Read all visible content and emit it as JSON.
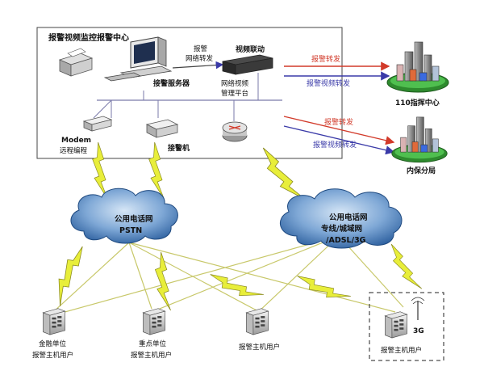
{
  "center": {
    "title": "报警视频监控报警中心",
    "server_label": "接警服务器",
    "forward_l1": "报警",
    "forward_l2": "网络转发",
    "linkage_label": "视频联动",
    "platform_l1": "网络视频",
    "platform_l2": "管理平台",
    "modem_l1": "Modem",
    "modem_l2": "远程编程",
    "receiver_label": "接警机"
  },
  "right": {
    "alarm_forward_1": "报警转发",
    "video_forward_1": "报警视频转发",
    "dest_1": "110指挥中心",
    "alarm_forward_2": "报警转发",
    "video_forward_2": "报警视频转发",
    "dest_2": "内保分局"
  },
  "networks": {
    "pstn_l1": "公用电话网",
    "pstn_l2": "PSTN",
    "data_l1": "公用电话网",
    "data_l2": "专线/城域网",
    "data_l3": "/ADSL/3G"
  },
  "users": {
    "u1_l1": "金融单位",
    "u1_l2": "报警主机用户",
    "u2_l1": "重点单位",
    "u2_l2": "报警主机用户",
    "u3": "报警主机用户",
    "u4": "报警主机用户",
    "tag_3g": "3G"
  },
  "colors": {
    "alarm_arrow": "#d23a2a",
    "video_arrow": "#3a3aa8",
    "lightning": "#e8ee3a",
    "cloud": "#2c5f9e",
    "wire": "#c8c86a"
  }
}
